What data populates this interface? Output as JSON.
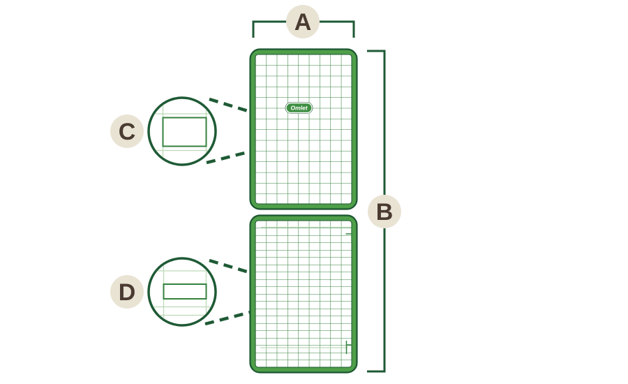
{
  "diagram": {
    "labels": {
      "width_label": "A",
      "height_label": "B",
      "mesh_detail_top_label": "C",
      "mesh_detail_bottom_label": "D"
    },
    "logo": {
      "text": "Omlet"
    },
    "colors": {
      "background": "#ffffff",
      "dark_green": "#1e5a35",
      "frame_green": "#4f9e49",
      "frame_outline": "#1b5630",
      "grid_green": "#35813f",
      "light_grid_green": "#bdd9b7",
      "badge_fill": "#e9e3d4",
      "letter_color": "#4a3b31",
      "logo_green": "#3f8f43"
    }
  }
}
